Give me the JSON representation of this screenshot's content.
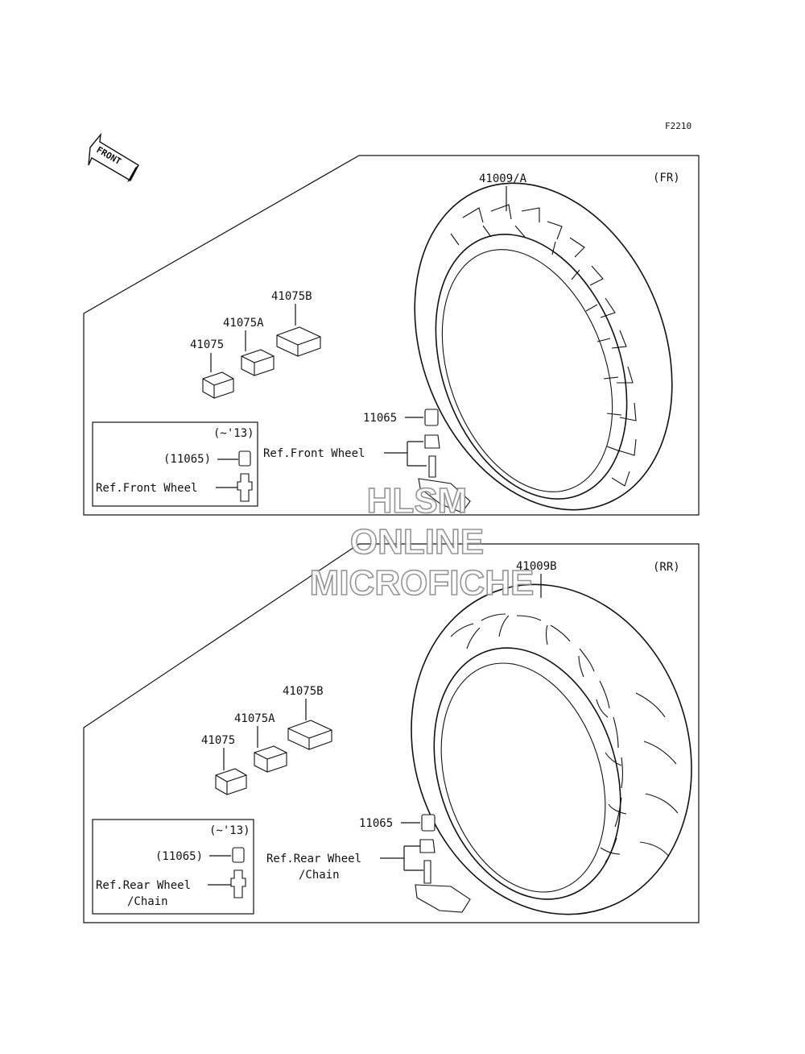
{
  "diagram_code": "F2210",
  "front_arrow": {
    "label": "FRONT",
    "icon": "front-direction-arrow-icon"
  },
  "watermark": {
    "line1": "HLSM",
    "line2": "ONLINE",
    "line3": "MICROFICHE"
  },
  "panels": {
    "front": {
      "position_label": "(FR)",
      "tire_part": "41009/A",
      "weights": [
        "41075",
        "41075A",
        "41075B"
      ],
      "valve_cap": "11065",
      "valve_ref": "Ref.Front Wheel",
      "inset": {
        "year_note": "(~'13)",
        "cap_part": "(11065)",
        "ref": "Ref.Front Wheel"
      }
    },
    "rear": {
      "position_label": "(RR)",
      "tire_part": "41009B",
      "weights": [
        "41075",
        "41075A",
        "41075B"
      ],
      "valve_cap": "11065",
      "valve_ref_line1": "Ref.Rear Wheel",
      "valve_ref_line2": "/Chain",
      "inset": {
        "year_note": "(~'13)",
        "cap_part": "(11065)",
        "ref_line1": "Ref.Rear Wheel",
        "ref_line2": "/Chain"
      }
    }
  }
}
